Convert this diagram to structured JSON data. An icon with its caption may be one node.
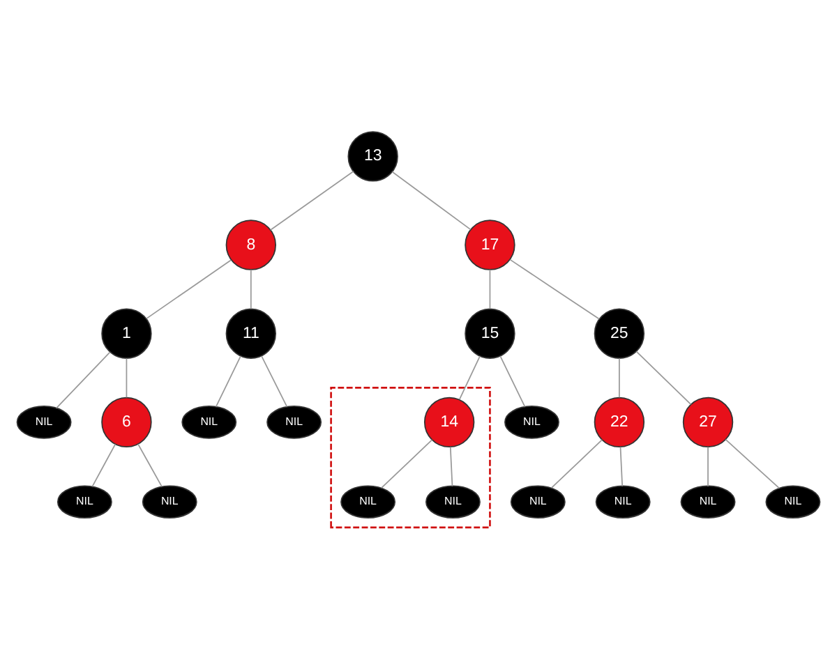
{
  "diagram": {
    "nodes": [
      {
        "text": [
          "13"
        ]
      },
      {
        "text": [
          "8"
        ]
      },
      {
        "text": [
          "17"
        ]
      },
      {
        "text": [
          "1"
        ]
      },
      {
        "text": [
          "11"
        ]
      },
      {
        "text": [
          "15"
        ]
      },
      {
        "text": [
          "25"
        ]
      },
      {
        "text": [
          "NIL"
        ]
      },
      {
        "text": [
          "6"
        ]
      },
      {
        "text": [
          "NIL"
        ]
      },
      {
        "text": [
          "NIL"
        ]
      },
      {
        "text": [],
        "shape": "box"
      },
      {
        "text": [
          "14"
        ],
        "in": 11
      },
      {
        "text": [
          "NIL"
        ]
      },
      {
        "text": [
          "22"
        ]
      },
      {
        "text": [
          "27"
        ]
      },
      {
        "text": [
          "NIL"
        ]
      },
      {
        "text": [
          "NIL"
        ]
      },
      {
        "text": [
          "NIL"
        ],
        "in": 11
      },
      {
        "text": [
          "NIL"
        ],
        "in": 11
      },
      {
        "text": [
          "NIL"
        ]
      },
      {
        "text": [
          "NIL"
        ]
      },
      {
        "text": [
          "NIL"
        ]
      },
      {
        "text": [
          "NIL"
        ]
      }
    ],
    "edges": [
      {
        "from": 0,
        "to": 1,
        "arrow": "none"
      },
      {
        "from": 0,
        "to": 2,
        "arrow": "none"
      },
      {
        "from": 1,
        "to": 3,
        "arrow": "none"
      },
      {
        "from": 1,
        "to": 4,
        "arrow": "none"
      },
      {
        "from": 2,
        "to": 5,
        "arrow": "none"
      },
      {
        "from": 2,
        "to": 6,
        "arrow": "none"
      },
      {
        "from": 3,
        "to": 7,
        "arrow": "none"
      },
      {
        "from": 3,
        "to": 8,
        "arrow": "none"
      },
      {
        "from": 4,
        "to": 9,
        "arrow": "none"
      },
      {
        "from": 4,
        "to": 10,
        "arrow": "none"
      },
      {
        "from": 5,
        "to": 12,
        "arrow": "none"
      },
      {
        "from": 5,
        "to": 13,
        "arrow": "none"
      },
      {
        "from": 6,
        "to": 14,
        "arrow": "none"
      },
      {
        "from": 6,
        "to": 15,
        "arrow": "none"
      },
      {
        "from": 8,
        "to": 16,
        "arrow": "none"
      },
      {
        "from": 8,
        "to": 17,
        "arrow": "none"
      },
      {
        "from": 12,
        "to": 18,
        "arrow": "none"
      },
      {
        "from": 12,
        "to": 19,
        "arrow": "none"
      },
      {
        "from": 14,
        "to": 20,
        "arrow": "none"
      },
      {
        "from": 14,
        "to": 21,
        "arrow": "none"
      },
      {
        "from": 15,
        "to": 22,
        "arrow": "none"
      },
      {
        "from": 15,
        "to": 23,
        "arrow": "none"
      }
    ]
  }
}
